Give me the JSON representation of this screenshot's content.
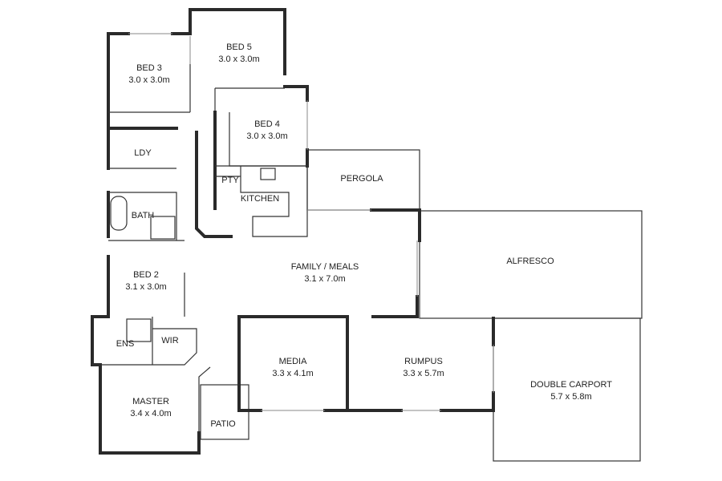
{
  "rooms": {
    "bed5": {
      "name": "BED 5",
      "size": "3.0 x 3.0m"
    },
    "bed3": {
      "name": "BED 3",
      "size": "3.0 x 3.0m"
    },
    "bed4": {
      "name": "BED 4",
      "size": "3.0 x 3.0m"
    },
    "ldy": {
      "name": "LDY"
    },
    "pty": {
      "name": "PTY"
    },
    "kitchen": {
      "name": "KITCHEN"
    },
    "pergola": {
      "name": "PERGOLA"
    },
    "bath": {
      "name": "BATH"
    },
    "bed2": {
      "name": "BED 2",
      "size": "3.1 x 3.0m"
    },
    "family": {
      "name": "FAMILY / MEALS",
      "size": "3.1 x 7.0m"
    },
    "alfresco": {
      "name": "ALFRESCO"
    },
    "ens": {
      "name": "ENS"
    },
    "wir": {
      "name": "WIR"
    },
    "media": {
      "name": "MEDIA",
      "size": "3.3 x 4.1m"
    },
    "rumpus": {
      "name": "RUMPUS",
      "size": "3.3 x 5.7m"
    },
    "carport": {
      "name": "DOUBLE CARPORT",
      "size": "5.7 x 5.8m"
    },
    "master": {
      "name": "MASTER",
      "size": "3.4 x 4.0m"
    },
    "patio": {
      "name": "PATIO"
    }
  }
}
